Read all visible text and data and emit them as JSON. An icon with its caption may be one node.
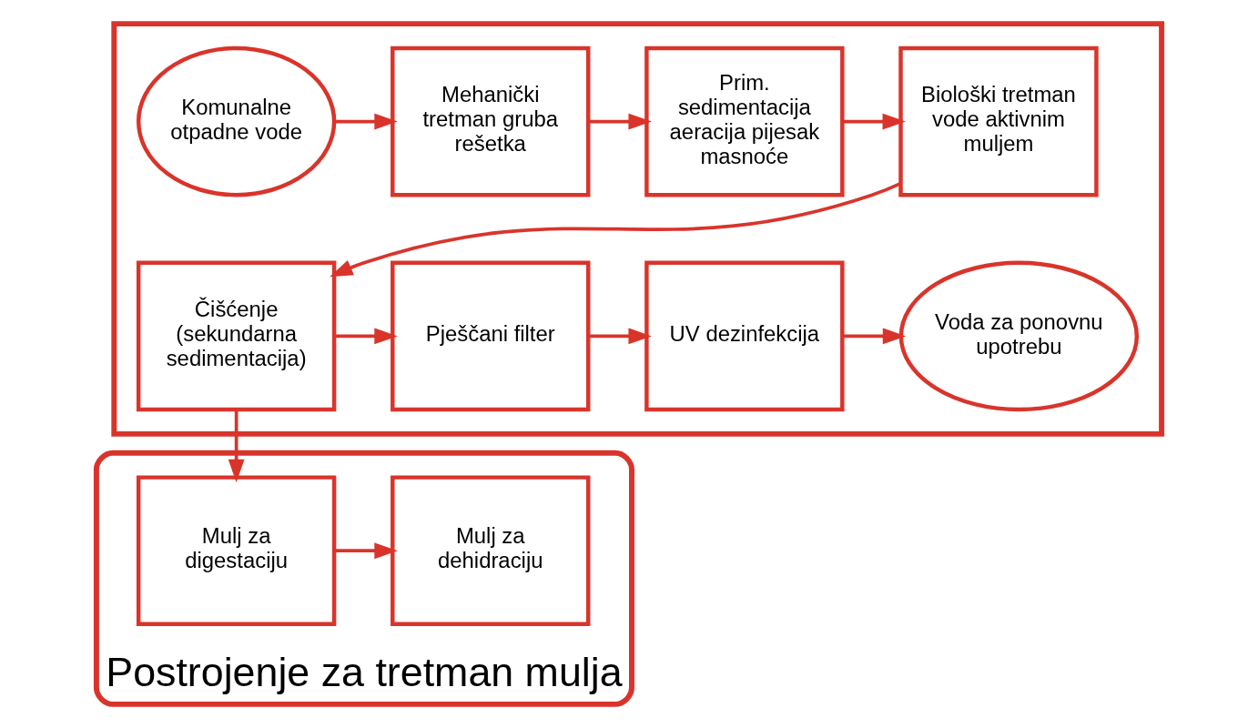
{
  "diagram": {
    "nodes": [
      {
        "text": [],
        "shape": "box"
      },
      {
        "text": [
          "Komunalne otpadne vode"
        ],
        "in": 0
      },
      {
        "text": [
          "Mehanički tretman gruba rešetka"
        ],
        "in": 0
      },
      {
        "text": [
          "Prim. sedimentacija aeracija pijesak masnoće"
        ],
        "in": 0
      },
      {
        "text": [
          "Biološki tretman vode aktivnim muljem"
        ],
        "in": 0
      },
      {
        "text": [
          "Čišćenje (sekundarna sedimentacija)"
        ],
        "in": 0
      },
      {
        "text": [
          "Pješčani filter"
        ],
        "in": 0
      },
      {
        "text": [
          "UV dezinfekcija"
        ],
        "in": 0
      },
      {
        "text": [
          "Voda za ponovnu upotrebu"
        ],
        "in": 0
      },
      {
        "text": [
          "Postrojenje za tretman mulja"
        ]
      },
      {
        "text": [
          "Mulj za digestaciju"
        ],
        "in": 9
      },
      {
        "text": [
          "Mulj za dehidraciju"
        ],
        "in": 9
      }
    ],
    "edges": [
      {
        "from": 1,
        "to": 2,
        "arrow": "to"
      },
      {
        "from": 2,
        "to": 3,
        "arrow": "to"
      },
      {
        "from": 3,
        "to": 4,
        "arrow": "to"
      },
      {
        "from": 4,
        "to": 5,
        "arrow": "to"
      },
      {
        "from": 5,
        "to": 6,
        "arrow": "to"
      },
      {
        "from": 6,
        "to": 7,
        "arrow": "to"
      },
      {
        "from": 7,
        "to": 8,
        "arrow": "to"
      },
      {
        "from": 5,
        "to": 10,
        "arrow": "to"
      },
      {
        "from": 10,
        "to": 11,
        "arrow": "to"
      }
    ]
  }
}
